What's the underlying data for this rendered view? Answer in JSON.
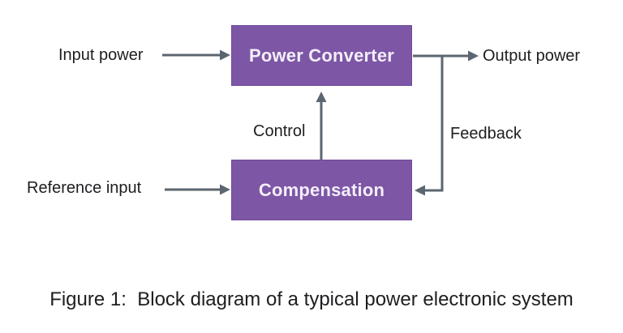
{
  "diagram": {
    "blocks": [
      {
        "label": "Power Converter"
      },
      {
        "label": "Compensation"
      }
    ],
    "labels": {
      "input": "Input power",
      "output": "Output power",
      "control": "Control",
      "feedback": "Feedback",
      "reference": "Reference input"
    }
  },
  "caption": "Figure 1:  Block diagram of a typical power electronic system",
  "colors": {
    "block_fill": "#7d56a5",
    "block_text": "#f3eef9",
    "arrow": "#5c6670",
    "label_text": "#1e1e21",
    "background": "#ffffff"
  }
}
